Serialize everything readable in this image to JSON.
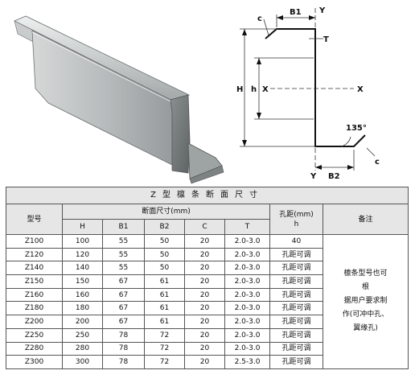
{
  "drawing": {
    "labels": {
      "b1": "B1",
      "y_top": "Y",
      "t": "T",
      "c_top": "c",
      "h_big": "H",
      "h_small": "h",
      "x_left": "X",
      "x_right": "X",
      "angle": "135°",
      "c_bottom": "c",
      "y_bottom": "Y",
      "b2": "B2"
    }
  },
  "table": {
    "title": "Z型檩条断面尺寸",
    "headers": {
      "model": "型号",
      "section": "断面尺寸(mm)",
      "hole": "孔距(mm)",
      "hole_unit": "h",
      "note": "备注",
      "sub": [
        "H",
        "B1",
        "B2",
        "C",
        "T"
      ]
    },
    "rows": [
      [
        "Z100",
        "100",
        "55",
        "50",
        "20",
        "2.0-3.0",
        "40"
      ],
      [
        "Z120",
        "120",
        "55",
        "50",
        "20",
        "2.0-3.0",
        "孔距可调"
      ],
      [
        "Z140",
        "140",
        "55",
        "50",
        "20",
        "2.0-3.0",
        "孔距可调"
      ],
      [
        "Z150",
        "150",
        "67",
        "61",
        "20",
        "2.0-3.0",
        "孔距可调"
      ],
      [
        "Z160",
        "160",
        "67",
        "61",
        "20",
        "2.0-3.0",
        "孔距可调"
      ],
      [
        "Z180",
        "180",
        "67",
        "61",
        "20",
        "2.0-3.0",
        "孔距可调"
      ],
      [
        "Z200",
        "200",
        "67",
        "61",
        "20",
        "2.0-3.0",
        "孔距可调"
      ],
      [
        "Z250",
        "250",
        "78",
        "72",
        "20",
        "2.0-3.0",
        "孔距可调"
      ],
      [
        "Z280",
        "280",
        "78",
        "72",
        "20",
        "2.0-3.0",
        "孔距可调"
      ],
      [
        "Z300",
        "300",
        "78",
        "72",
        "20",
        "2.5-3.0",
        "孔距可调"
      ]
    ],
    "note_lines": [
      "檩条型号也可",
      "根",
      "据用户要求制",
      "作(可冲中孔、",
      "翼缘孔)"
    ]
  }
}
